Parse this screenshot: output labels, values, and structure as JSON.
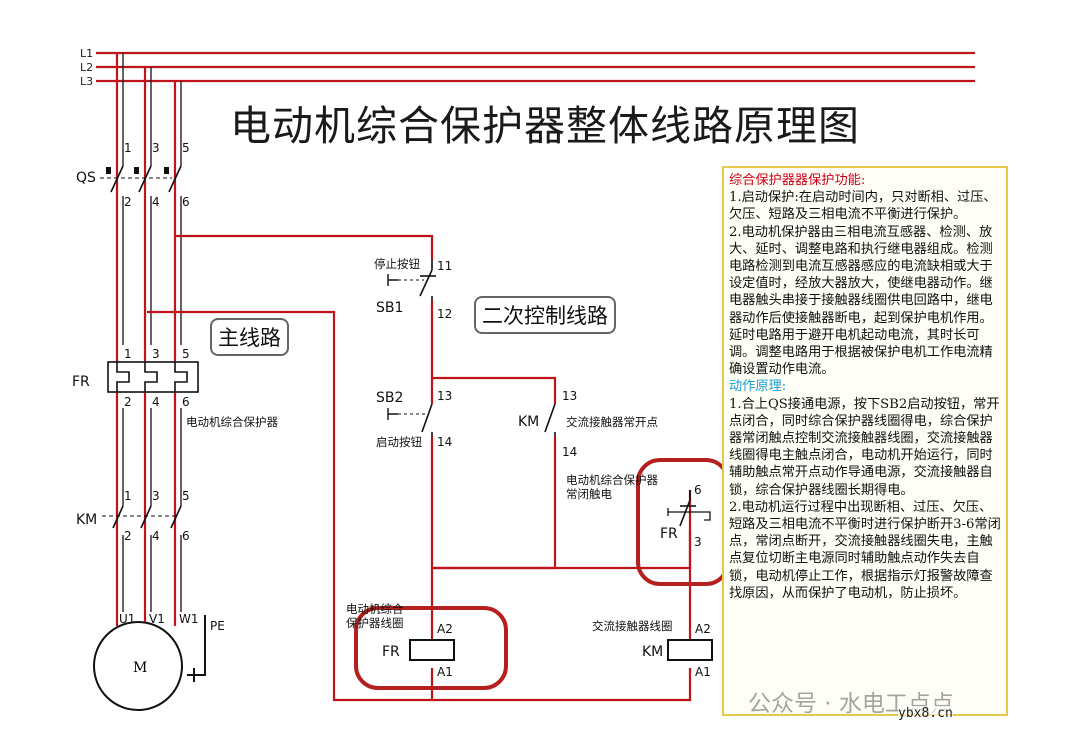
{
  "title": "电动机综合保护器整体线路原理图",
  "phases": [
    "L1",
    "L2",
    "L3"
  ],
  "labels": {
    "main_circuit": "主线路",
    "control_circuit": "二次控制线路",
    "qs": "QS",
    "fr": "FR",
    "km": "KM",
    "fr_name": "电动机综合保护器",
    "stop_button": "停止按钮",
    "sb1": "SB1",
    "sb2": "SB2",
    "start_button": "启动按钮",
    "km_contact": "KM",
    "km_contact_name": "交流接触器常开点",
    "fr_nc_contact": "电动机综合保护器\n常闭触电",
    "fr_contact": "FR",
    "fr_coil_name": "电动机综合\n保护器线圈",
    "fr_coil": "FR",
    "km_coil_name": "交流接触器线圈",
    "km_coil": "KM",
    "motor": "M",
    "pe": "PE",
    "u1": "U1",
    "v1": "V1",
    "w1": "W1",
    "t1": "1",
    "t2": "2",
    "t3": "3",
    "t4": "4",
    "t5": "5",
    "t6": "6",
    "t11": "11",
    "t12": "12",
    "t13": "13",
    "t14": "14",
    "a1": "A1",
    "a2": "A2"
  },
  "notes": {
    "heading1": "综合保护器器保护功能:",
    "p1": "1.启动保护:在启动时间内，只对断相、过压、欠压、短路及三相电流不平衡进行保护。",
    "p2": "2.电动机保护器由三相电流互感器、检测、放大、延时、调整电路和执行继电器组成。检测电路检测到电流互感器感应的电流缺相或大于设定值时，经放大器放大，使继电器动作。继电器触头串接于接触器线圈供电回路中，继电器动作后使接触器断电，起到保护电机作用。延时电路用于避开电机起动电流，其时长可调。调整电路用于根据被保护电机工作电流精确设置动作电流。",
    "heading2": "动作原理:",
    "p3": "1.合上QS接通电源，按下SB2启动按钮，常开点闭合，同时综合保护器线圈得电，综合保护器常闭触点控制交流接触器线圈，交流接触器线圈得电主触点闭合，电动机开始运行，同时辅助触点常开点动作导通电源，交流接触器自锁，综合保护器线圈长期得电。",
    "p4": "2.电动机运行过程中出现断相、过压、欠压、短路及三相电流不平衡时进行保护断开3-6常闭点，常闭点断开，交流接触器线圈失电，主触点复位切断主电源同时辅助触点动作失去自锁，电动机停止工作，根据指示灯报警故障查找原因，从而保护了电动机，防止损坏。"
  },
  "watermark": "公众号 · 水电工点点",
  "site": "ybx8.cn",
  "colors": {
    "wire": "#c0141c",
    "highlight": "#b3201e",
    "note_border": "#e8c84a"
  }
}
